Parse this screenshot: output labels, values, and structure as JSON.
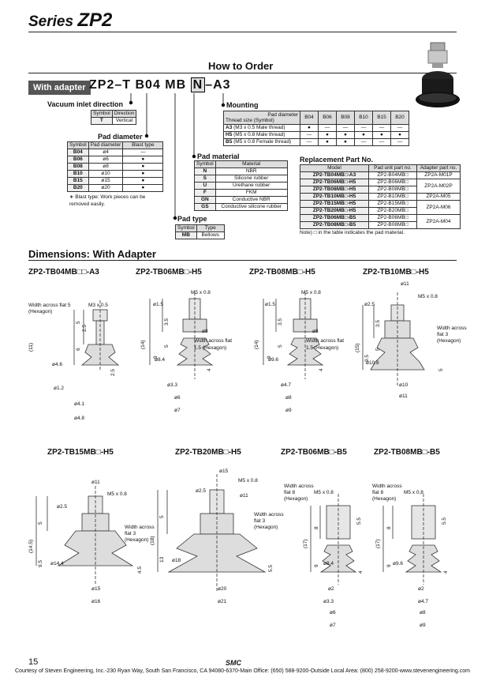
{
  "series": {
    "prefix": "Series",
    "name": "ZP2"
  },
  "how_to_order": {
    "title": "How to Order",
    "adapter_label": "With adapter",
    "code": {
      "p1": "ZP2",
      "dash1": "–",
      "t": "T",
      "b04": "B04",
      "mb": "MB",
      "n": "N",
      "dash2": "–",
      "a3": "A3"
    },
    "vacuum_inlet": {
      "title": "Vacuum inlet direction",
      "headers": [
        "Symbol",
        "Direction"
      ],
      "rows": [
        [
          "T",
          "Vertical"
        ]
      ]
    },
    "pad_diameter": {
      "title": "Pad diameter",
      "headers": [
        "Symbol",
        "Pad diameter",
        "Blast type"
      ],
      "rows": [
        [
          "B04",
          "ø4",
          "—"
        ],
        [
          "B06",
          "ø6",
          "●"
        ],
        [
          "B08",
          "ø8",
          "●"
        ],
        [
          "B10",
          "ø10",
          "●"
        ],
        [
          "B15",
          "ø15",
          "●"
        ],
        [
          "B20",
          "ø20",
          "●"
        ]
      ],
      "note": "∗ Blast type: Work pieces can be removed easily."
    },
    "pad_type": {
      "title": "Pad type",
      "headers": [
        "Symbol",
        "Type"
      ],
      "rows": [
        [
          "MB",
          "Bellows"
        ]
      ]
    },
    "pad_material": {
      "title": "Pad material",
      "headers": [
        "Symbol",
        "Material"
      ],
      "rows": [
        [
          "N",
          "NBR"
        ],
        [
          "S",
          "Silicone rubber"
        ],
        [
          "U",
          "Urethane rubber"
        ],
        [
          "F",
          "FKM"
        ],
        [
          "GN",
          "Conductive NBR"
        ],
        [
          "GS",
          "Conductive silicone rubber"
        ]
      ]
    },
    "mounting": {
      "title": "Mounting",
      "header_top": "Pad diameter",
      "header_left": "Thread size (Symbol)",
      "columns": [
        "B04",
        "B06",
        "B08",
        "B10",
        "B15",
        "B20"
      ],
      "rows": [
        {
          "sym": "A3",
          "desc": "(M3 x 0.5 Male thread)",
          "vals": [
            "●",
            "—",
            "—",
            "—",
            "—",
            "—"
          ]
        },
        {
          "sym": "H5",
          "desc": "(M5 x 0.8 Male thread)",
          "vals": [
            "—",
            "●",
            "●",
            "●",
            "●",
            "●"
          ]
        },
        {
          "sym": "B5",
          "desc": "(M5 x 0.8 Female thread)",
          "vals": [
            "—",
            "●",
            "●",
            "—",
            "—",
            "—"
          ]
        }
      ]
    },
    "replacement": {
      "title": "Replacement Part No.",
      "headers": [
        "Model",
        "Pad unit part no.",
        "Adapter part no."
      ],
      "rows": [
        [
          "ZP2-TB04MB□-A3",
          "ZP2-B04MB□",
          "ZP2A-M01P"
        ],
        [
          "ZP2-TB06MB□-H5",
          "ZP2-B06MB□",
          "ZP2A-M02P"
        ],
        [
          "ZP2-TB08MB□-H5",
          "ZP2-B08MB□",
          ""
        ],
        [
          "ZP2-TB10MB□-H5",
          "ZP2-B10MB□",
          "ZP2A-M05"
        ],
        [
          "ZP2-TB15MB□-H5",
          "ZP2-B15MB□",
          "ZP2A-M06"
        ],
        [
          "ZP2-TB20MB□-H5",
          "ZP2-B20MB□",
          ""
        ],
        [
          "ZP2-TB06MB□-B5",
          "ZP2-B06MB□",
          "ZP2A-M04"
        ],
        [
          "ZP2-TB08MB□-B5",
          "ZP2-B08MB□",
          ""
        ]
      ],
      "note": "Note) □ in the table indicates the pad material."
    }
  },
  "dimensions": {
    "title": "Dimensions: With Adapter",
    "parts": [
      {
        "name": "ZP2-TB04MB□□-A3",
        "labels": [
          "Width across flat 5",
          "(Hexagon)",
          "M3 x 0.5",
          "2.5",
          "5",
          "6",
          "(11)",
          "ø4.6",
          "2.5",
          "ø1.2",
          "ø4.1",
          "ø4.8"
        ]
      },
      {
        "name": "ZP2-TB06MB□-H5",
        "labels": [
          "M5 x 0.8",
          "ø1.5",
          "3.5",
          "5",
          "(14)",
          "9",
          "ø8",
          "Width across flat",
          "1.5 (Hexagon)",
          "ø8.4",
          "4",
          "ø3.3",
          "ø6",
          "ø7"
        ]
      },
      {
        "name": "ZP2-TB08MB□-H5",
        "labels": [
          "M5 x 0.8",
          "ø1.5",
          "3.5",
          "5",
          "(14)",
          "9",
          "ø8",
          "Width across flat",
          "1.5 (Hexagon)",
          "ø9.6",
          "4",
          "ø4.7",
          "ø8",
          "ø9"
        ]
      },
      {
        "name": "ZP2-TB10MB□-H5",
        "labels": [
          "ø11",
          "M5 x 0.8",
          "ø2.5",
          "Width across",
          "flat 3",
          "(Hexagon)",
          "3.5",
          "5",
          "(15)",
          "9.5",
          "ø10.8",
          "5",
          "ø10",
          "ø11"
        ]
      },
      {
        "name": "ZP2-TB15MB□-H5",
        "labels": [
          "ø11",
          "M5 x 0.8",
          "ø2.5",
          "Width across",
          "flat 3",
          "(Hexagon)",
          "5",
          "(14.5)",
          "9.5",
          "ø14.4",
          "4.5",
          "ø15",
          "ø16"
        ]
      },
      {
        "name": "ZP2-TB20MB□-H5",
        "labels": [
          "ø15",
          "M5 x 0.8",
          "ø2.5",
          "ø11",
          "Width across",
          "flat 3",
          "(Hexagon)",
          "5",
          "(18)",
          "13",
          "ø18",
          "5.5",
          "ø20",
          "ø21"
        ]
      },
      {
        "name": "ZP2-TB06MB□-B5",
        "labels": [
          "Width across",
          "flat 8",
          "(Hexagon)",
          "M5 x 0.8",
          "8",
          "5.5",
          "(17)",
          "9",
          "ø8.4",
          "4",
          "ø2",
          "ø3.3",
          "ø6",
          "ø7"
        ]
      },
      {
        "name": "ZP2-TB08MB□-B5",
        "labels": [
          "Width across",
          "flat 8",
          "(Hexagon)",
          "M5 x 0.8",
          "8",
          "5.5",
          "(17)",
          "9",
          "ø9.6",
          "4",
          "ø2",
          "ø4.7",
          "ø8",
          "ø9"
        ]
      }
    ]
  },
  "footer": {
    "page": "15",
    "logo": "SMC",
    "courtesy": "Courtesy of Steven Engineering, Inc.-230 Ryan Way, South San Francisco, CA 94080-6370-Main Office: (650) 588-9200-Outside Local Area: (800) 258-9200-www.stevenengineering.com"
  }
}
